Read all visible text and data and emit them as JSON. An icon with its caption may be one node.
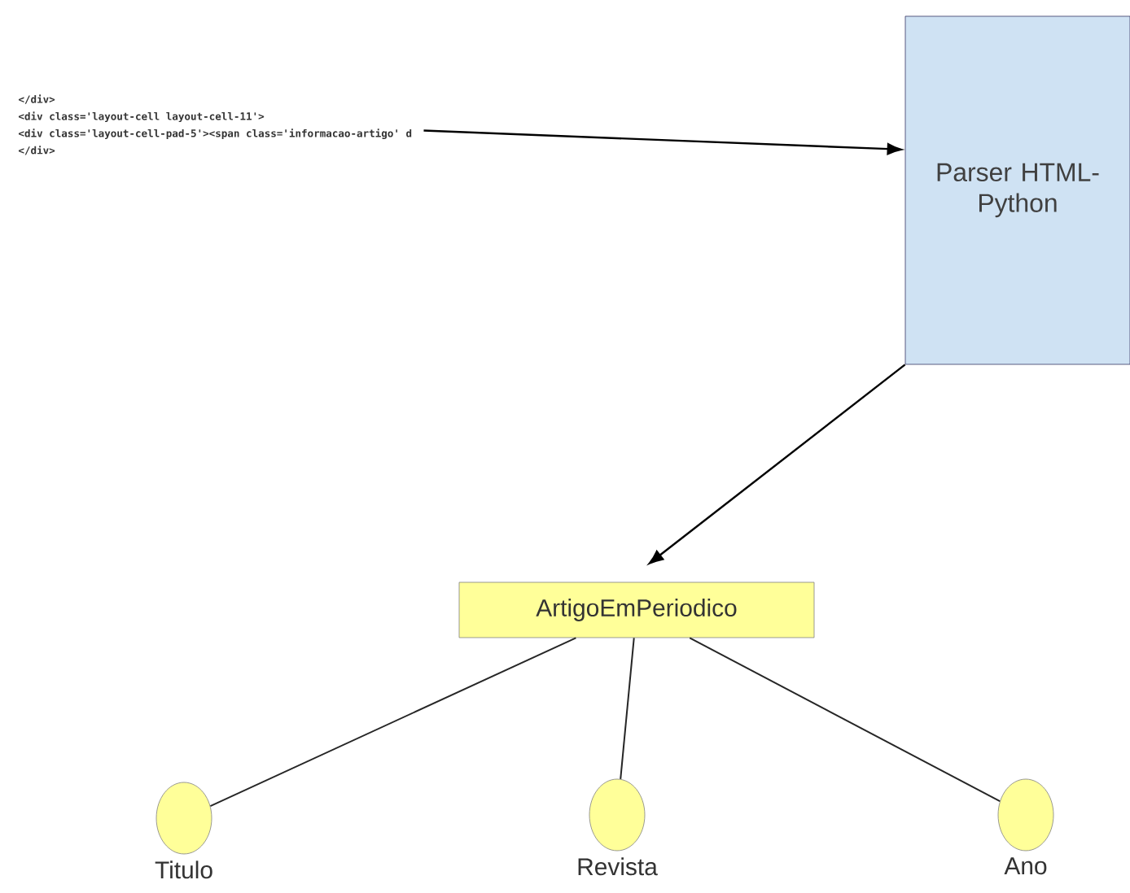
{
  "diagram": {
    "nodes": [
      {
        "text": [
          "</div>",
          "<div class='layout-cell layout-cell-11'>",
          "<div class='layout-cell-pad-5'><span class='informacao-artigo' d",
          "</div>"
        ]
      },
      {
        "text": [
          "Parser HTML-Python"
        ]
      },
      {
        "text": [
          "ArtigoEmPeriodico"
        ]
      },
      {
        "text": [
          "Titulo"
        ]
      },
      {
        "text": [
          "Revista"
        ]
      },
      {
        "text": [
          "Ano"
        ]
      }
    ],
    "edges": [
      {
        "from": 0,
        "to": 1,
        "arrow": "to"
      },
      {
        "from": 1,
        "to": 2,
        "arrow": "to"
      },
      {
        "from": 2,
        "to": 3,
        "arrow": "none"
      },
      {
        "from": 2,
        "to": 4,
        "arrow": "none"
      },
      {
        "from": 2,
        "to": 5,
        "arrow": "none"
      }
    ]
  }
}
